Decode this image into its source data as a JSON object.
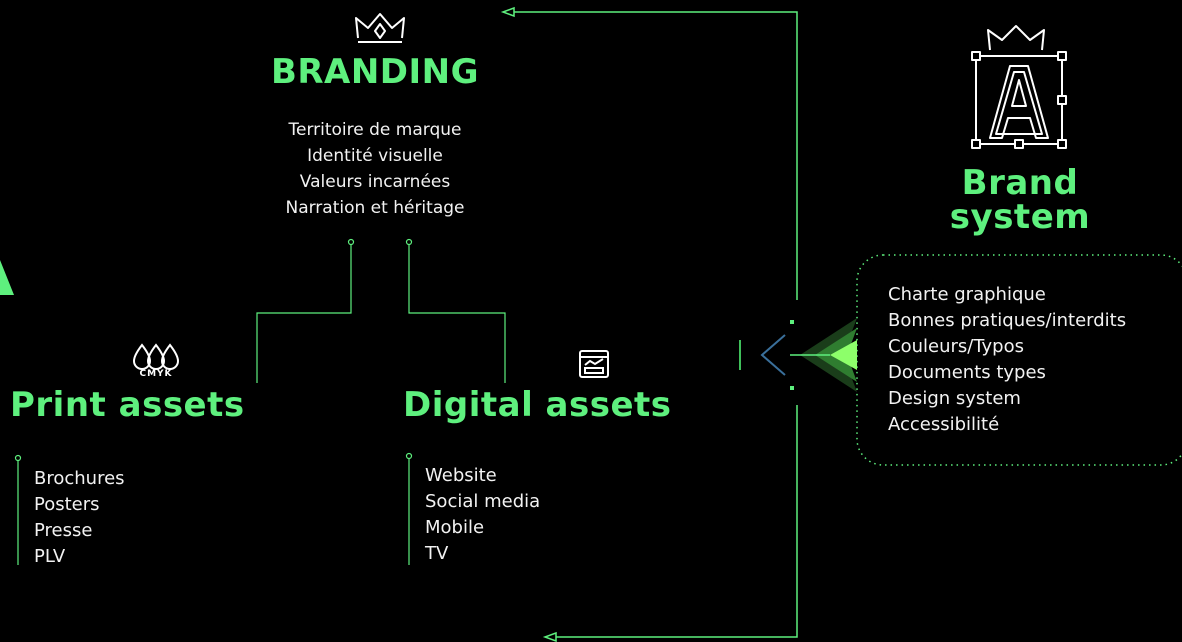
{
  "branding": {
    "title": "BRANDING",
    "items": [
      "Territoire de marque",
      "Identité visuelle",
      "Valeurs incarnées",
      "Narration et héritage"
    ]
  },
  "brand_system": {
    "title_line1": "Brand",
    "title_line2": "system",
    "items": [
      "Charte graphique",
      "Bonnes pratiques/interdits",
      "Couleurs/Typos",
      "Documents types",
      "Design system",
      "Accessibilité"
    ]
  },
  "print_assets": {
    "title": "Print assets",
    "icon_label": "CMYK",
    "items": [
      "Brochures",
      "Posters",
      "Presse",
      "PLV"
    ]
  },
  "digital_assets": {
    "title": "Digital assets",
    "items": [
      "Website",
      "Social media",
      "Mobile",
      "TV"
    ]
  },
  "colors": {
    "accent": "#5ef07e",
    "background": "#000000",
    "text": "#f2f2f2"
  },
  "icons": [
    "crown-icon",
    "brand-letter-a-icon",
    "cmyk-drops-icon",
    "dashboard-window-icon",
    "arrow-left-icon"
  ]
}
